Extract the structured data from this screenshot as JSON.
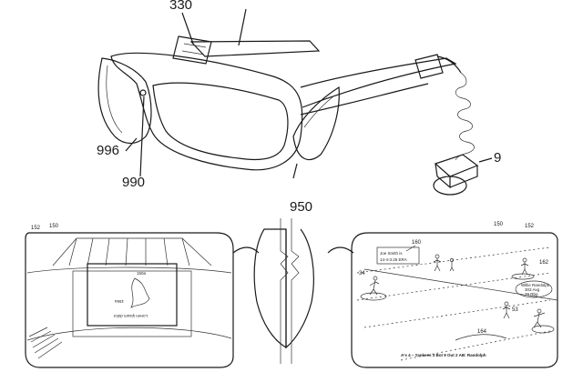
{
  "top_figure": {
    "ref_top_partial": "330",
    "ref_temple_tip": "996",
    "ref_hinge": "990",
    "ref_controller": "9",
    "ref_bottom_partial": "950"
  },
  "bottom_figure": {
    "ref_left_panel": "150",
    "ref_left_corner": "152",
    "ref_right_panel": "150",
    "ref_right_corner": "152",
    "ref_info_box": "160",
    "ref_player_left": "34",
    "ref_player_right": "162",
    "ref_player_center": "53",
    "ref_base": "164",
    "screen_caption": "Lorem ipsum dolor",
    "screen_label_a": "150a",
    "screen_label_b": "156a",
    "info_line1": "Joe Smith is",
    "info_line2": "14-4-3.25 ERA",
    "right_callout_line1": "Willie Randolph",
    "right_callout_line2": "303 Avg",
    "right_callout_line3": "79 Rbg",
    "score_bar": "A's 4 – Yankees 3  Bot 9  Out 2  AB: Randolph"
  }
}
